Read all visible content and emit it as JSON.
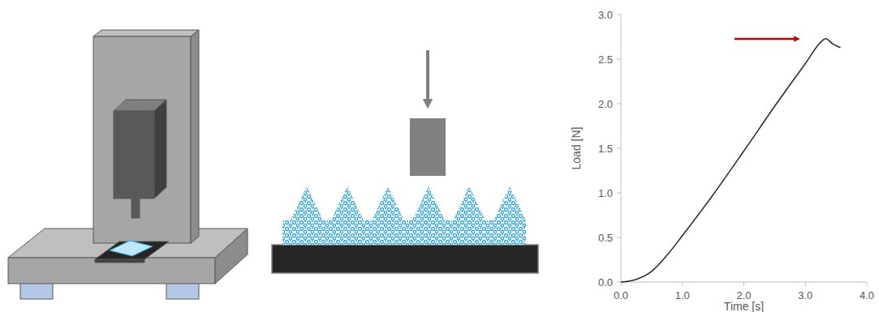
{
  "diagram": {
    "labels": [
      "3.0",
      "2.5",
      "2.0",
      "1.5",
      "1.0",
      "0.5",
      "0.0",
      "0.0",
      "1.0",
      "2.0",
      "3.0",
      "4.0",
      "Load [N]",
      "Time [s]"
    ]
  }
}
